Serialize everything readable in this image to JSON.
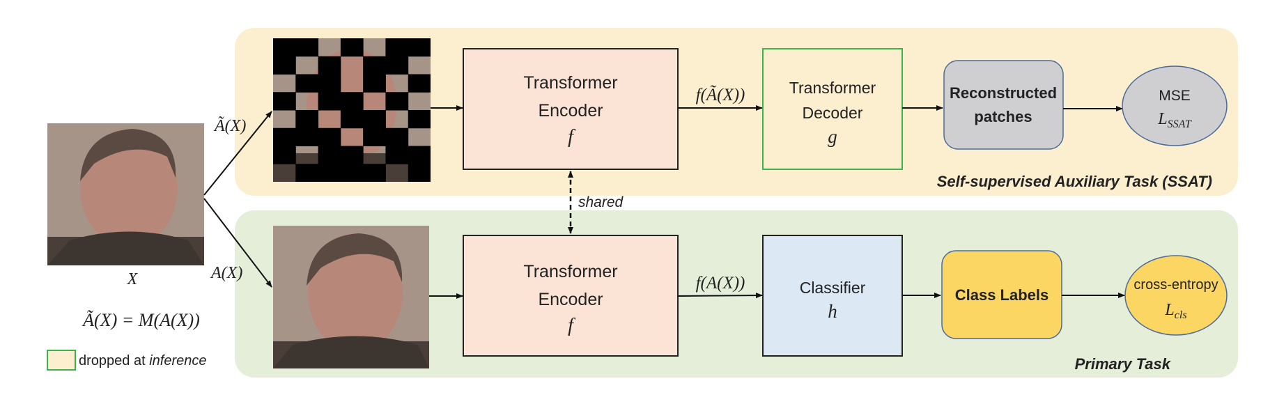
{
  "input": {
    "label": "X"
  },
  "augment": {
    "masked_label": "Ã(X)",
    "plain_label": "A(X)",
    "equation": "Ã(X) = M(A(X))"
  },
  "legend": {
    "text_prefix": "dropped at",
    "text_italic": "inference"
  },
  "ssat": {
    "title": "Self-supervised Auxiliary Task (SSAT)",
    "encoder": {
      "line1": "Transformer",
      "line2": "Encoder",
      "symbol": "f"
    },
    "encoder_output": "f(Ã(X))",
    "decoder": {
      "line1": "Transformer",
      "line2": "Decoder",
      "symbol": "g"
    },
    "result": {
      "line1": "Reconstructed",
      "line2": "patches"
    },
    "loss": {
      "name": "MSE",
      "symbol": "L",
      "subscript": "SSAT"
    }
  },
  "shared": {
    "label": "shared"
  },
  "primary": {
    "title": "Primary Task",
    "encoder": {
      "line1": "Transformer",
      "line2": "Encoder",
      "symbol": "f"
    },
    "encoder_output": "f(A(X))",
    "classifier": {
      "line1": "Classifier",
      "symbol": "h"
    },
    "result": {
      "line1": "Class Labels"
    },
    "loss": {
      "name": "cross-entropy",
      "symbol": "L",
      "subscript": "cls"
    }
  },
  "colors": {
    "ssat_bg": "#fbefcf",
    "primary_bg": "#e5eed9",
    "encoder_fill": "#fbe3d5",
    "classifier_fill": "#dde8f5",
    "patches_fill": "#cfcfd2",
    "labels_fill": "#fbd662",
    "mse_fill": "#cfcfd2",
    "ce_fill": "#fbd662",
    "dropped_border": "#3cb44b"
  }
}
